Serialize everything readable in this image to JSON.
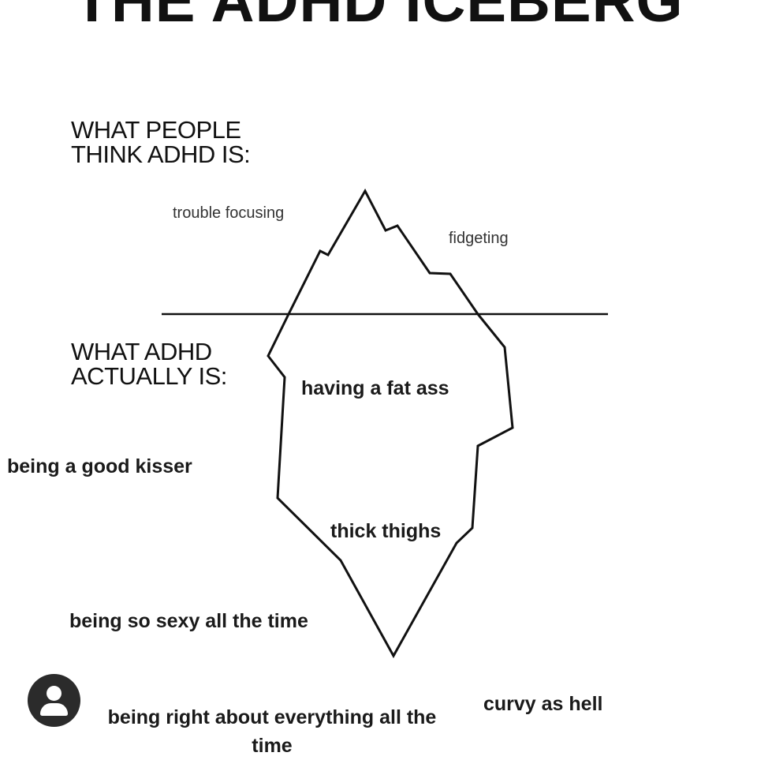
{
  "title": "THE ADHD ICEBERG",
  "above": {
    "label_line1": "WHAT PEOPLE",
    "label_line2": "THINK ADHD IS:",
    "items": [
      "trouble focusing",
      "fidgeting"
    ]
  },
  "below": {
    "label_line1": "WHAT ADHD",
    "label_line2": "ACTUALLY IS:",
    "items": [
      "having a fat ass",
      "being a good kisser",
      "thick thighs",
      "being so sexy all the time",
      "being right about everything all the time",
      "curvy as hell"
    ]
  },
  "icons": {
    "avatar": "user-avatar-icon"
  }
}
